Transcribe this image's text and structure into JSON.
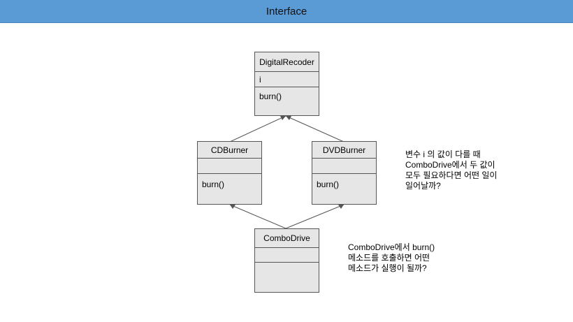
{
  "header": {
    "title": "Interface"
  },
  "classes": {
    "digital_recoder": {
      "name": "DigitalRecoder",
      "attributes": "i",
      "methods": "burn()"
    },
    "cd_burner": {
      "name": "CDBurner",
      "attributes": "",
      "methods": "burn()"
    },
    "dvd_burner": {
      "name": "DVDBurner",
      "attributes": "",
      "methods": "burn()"
    },
    "combo_drive": {
      "name": "ComboDrive",
      "attributes": "",
      "methods": ""
    }
  },
  "notes": {
    "variable_note": "변수 i 의 값이 다를 때\nComboDrive에서 두 값이\n모두 필요하다면 어떤 일이\n일어날까?",
    "burn_note": "ComboDrive에서 burn()\n메소드를 호출하면 어떤\n메소드가 실행이 될까?"
  }
}
